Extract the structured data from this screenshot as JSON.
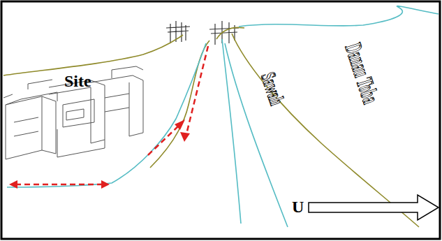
{
  "diagram": {
    "labels": [
      "Site",
      "Sawah",
      "Danau Toba",
      "U"
    ]
  }
}
